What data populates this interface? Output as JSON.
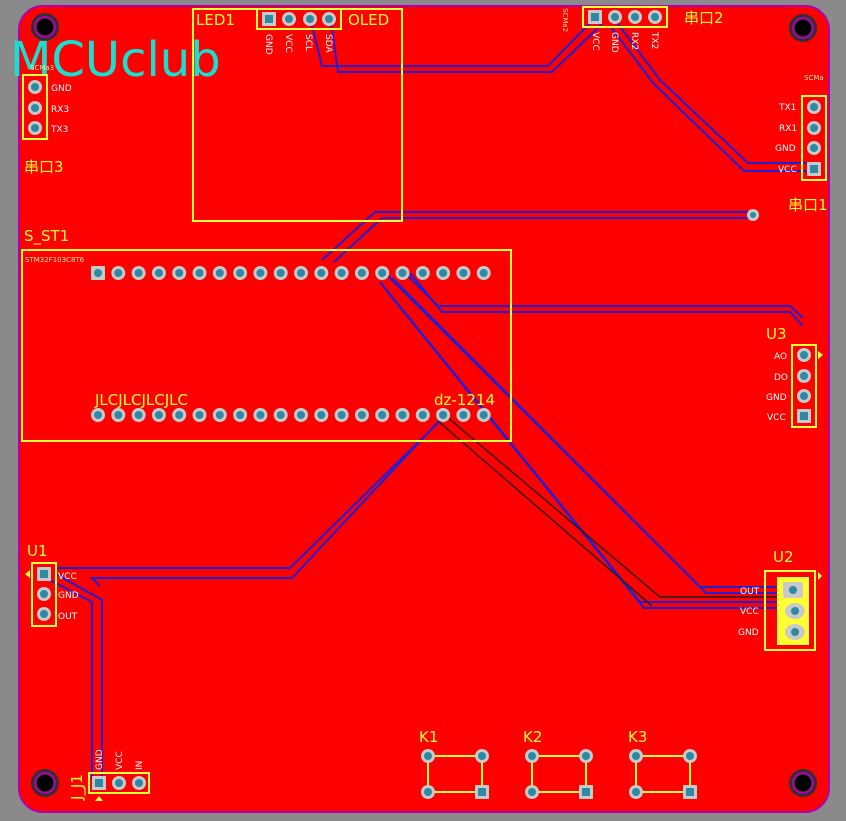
{
  "logo_text": "MCUclub",
  "components": {
    "led1": {
      "ref": "LED1",
      "name": "OLED",
      "pins": [
        "GND",
        "VCC",
        "SCL",
        "SDA"
      ]
    },
    "port2": {
      "ref": "串口2",
      "pins": [
        "VCC",
        "GND",
        "RX2",
        "TX2"
      ],
      "tiny": "SCMa2"
    },
    "port1": {
      "ref": "串口1",
      "pins": [
        "TX1",
        "RX1",
        "GND",
        "VCC"
      ],
      "tiny": "SCMa"
    },
    "port3": {
      "ref": "串口3",
      "pins": [
        "GND",
        "RX3",
        "TX3"
      ],
      "tiny": "SCMa3"
    },
    "sst1": {
      "ref": "S_ST1",
      "top_text": "STM32F103C8T6",
      "bottom_left": "JLCJLCJLCJLC",
      "bottom_right": "dz-1214"
    },
    "u3": {
      "ref": "U3",
      "pins": [
        "AO",
        "DO",
        "GND",
        "VCC"
      ]
    },
    "u1": {
      "ref": "U1",
      "pins": [
        "VCC",
        "GND",
        "OUT"
      ]
    },
    "u2": {
      "ref": "U2",
      "pins": [
        "OUT",
        "VCC",
        "GND"
      ]
    },
    "j1": {
      "ref": "J_J1",
      "pins": [
        "GND",
        "VCC",
        "IN"
      ]
    },
    "k1": {
      "ref": "K1"
    },
    "k2": {
      "ref": "K2"
    },
    "k3": {
      "ref": "K3"
    }
  },
  "colors": {
    "board": "#ff0000",
    "silkscreen": "#ffff33",
    "trace_top": "#1f1fd8",
    "pad": "#c9c9c9",
    "logo": "#17e0d0"
  }
}
